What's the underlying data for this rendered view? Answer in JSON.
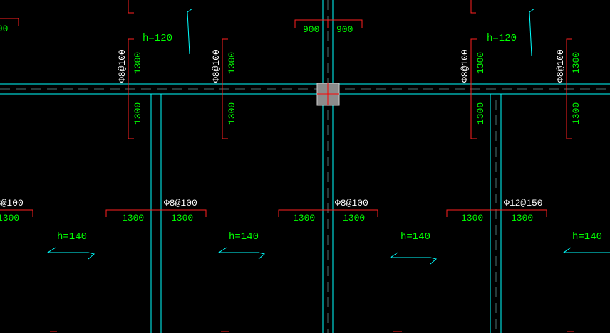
{
  "colors": {
    "background": "#000000",
    "beam": "#00ffff",
    "rebar": "#ff2020",
    "dim_text": "#00ff00",
    "label_text": "#ffffff",
    "slab_text": "#00ff00",
    "column_fill": "#8c8c8c",
    "column_mark": "#ff0000"
  },
  "slab_labels": {
    "h120": "h=120",
    "h140": "h=140"
  },
  "rebar_labels": {
    "phi8_100": "Φ8@100",
    "phi12_150": "Φ12@150"
  },
  "dims": {
    "d900": "900",
    "d1300": "1300"
  }
}
